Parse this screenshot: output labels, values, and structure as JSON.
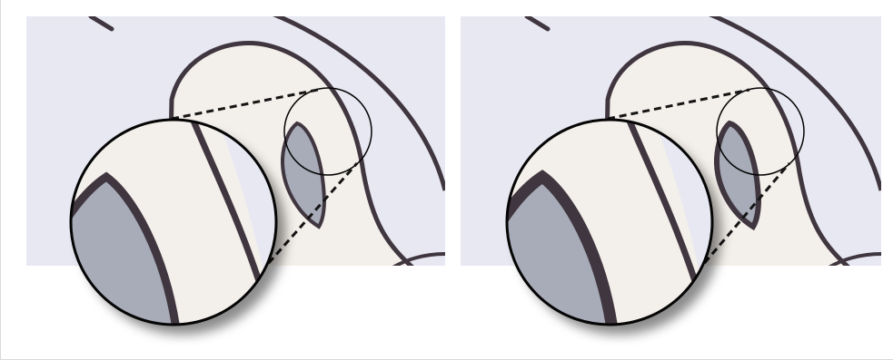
{
  "colors": {
    "background": "#e8e8f3",
    "skin": "#f3efea",
    "eye": "#a7acb8",
    "outline": "#40363f",
    "dash": "#151515",
    "lens_edge": "#050505"
  },
  "panels": [
    {
      "name": "left-panel",
      "eye_style": "original"
    },
    {
      "name": "right-panel",
      "eye_style": "adjusted"
    }
  ]
}
